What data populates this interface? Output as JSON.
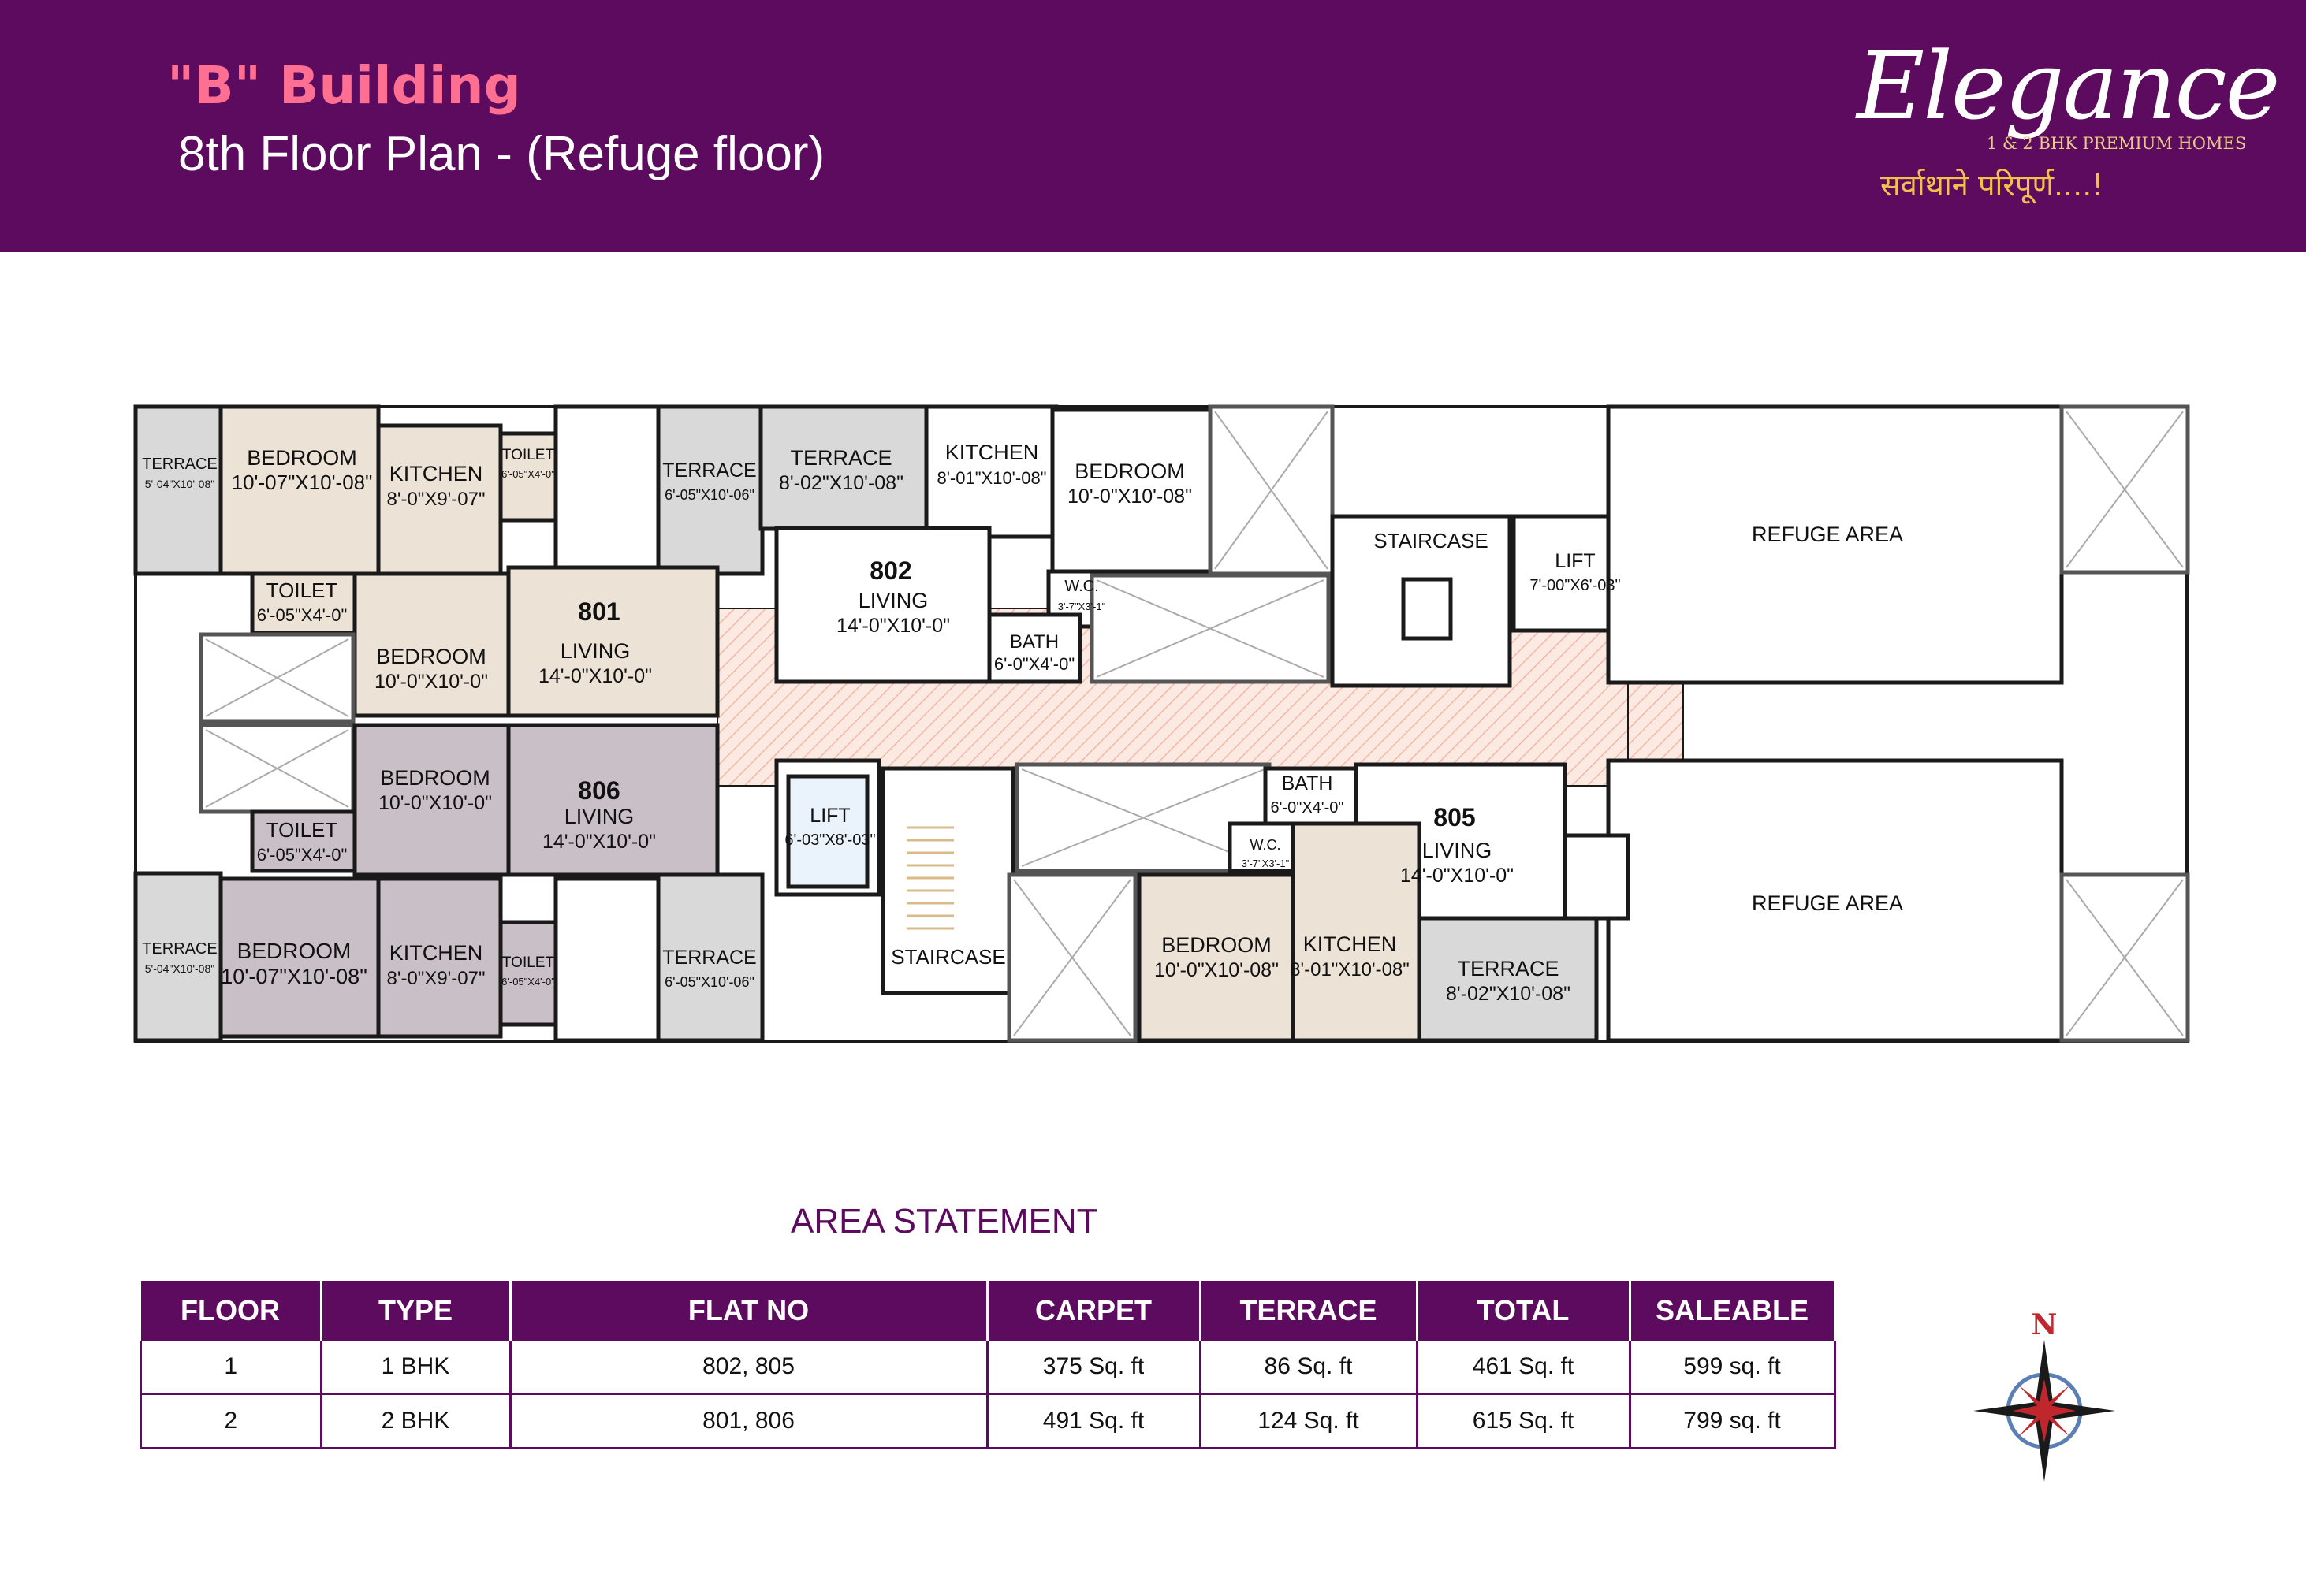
{
  "header": {
    "building": "\"B\" Building",
    "floor_plan": "8th Floor Plan - (Refuge floor)",
    "logo": {
      "wordmark": "Elegance",
      "subtitle": "1 & 2 BHK PREMIUM HOMES",
      "tagline": "सर्वाथाने परिपूर्ण....!"
    }
  },
  "colors": {
    "header_bg": "#5c0b5e",
    "title_accent": "#ff6f91",
    "flat_801": "#ede2d6",
    "flat_806": "#c9bfc6",
    "terrace": "#d9d9d9",
    "corridor_hatch": "#f4c9b9",
    "wall": "#1a1a1a"
  },
  "plan": {
    "flats": {
      "f801": "801",
      "f802": "802",
      "f805": "805",
      "f806": "806"
    },
    "rooms": {
      "t801": [
        "TERRACE",
        "5'-04\"X10'-08\""
      ],
      "b801a": [
        "BEDROOM",
        "10'-07\"X10'-08\""
      ],
      "k801": [
        "KITCHEN",
        "8'-0\"X9'-07\""
      ],
      "ts801": [
        "TOILET",
        "6'-05\"X4'-0\""
      ],
      "tl801": [
        "TOILET",
        "6'-05\"X4'-0\""
      ],
      "b801b": [
        "BEDROOM",
        "10'-0\"X10'-0\""
      ],
      "l801": [
        "LIVING",
        "14'-0\"X10'-0\""
      ],
      "t801b": [
        "TERRACE",
        "6'-05\"X10'-06\""
      ],
      "t802": [
        "TERRACE",
        "8'-02\"X10'-08\""
      ],
      "k802": [
        "KITCHEN",
        "8'-01\"X10'-08\""
      ],
      "b802": [
        "BEDROOM",
        "10'-0\"X10'-08\""
      ],
      "l802": [
        "LIVING",
        "14'-0\"X10'-0\""
      ],
      "wc802": [
        "W.C.",
        "3'-7\"X3'-1\""
      ],
      "ba802": [
        "BATH",
        "6'-0\"X4'-0\""
      ],
      "st_top": [
        "STAIRCASE"
      ],
      "lift_top": [
        "LIFT",
        "7'-00\"X6'-03\""
      ],
      "refuge_top": [
        "REFUGE AREA"
      ],
      "b806a": [
        "BEDROOM",
        "10'-0\"X10'-0\""
      ],
      "l806": [
        "LIVING",
        "14'-0\"X10'-0\""
      ],
      "tl806": [
        "TOILET",
        "6'-05\"X4'-0\""
      ],
      "t806": [
        "TERRACE",
        "5'-04\"X10'-08\""
      ],
      "b806b": [
        "BEDROOM",
        "10'-07\"X10'-08\""
      ],
      "k806": [
        "KITCHEN",
        "8'-0\"X9'-07\""
      ],
      "ts806": [
        "TOILET",
        "6'-05\"X4'-0\""
      ],
      "t806b": [
        "TERRACE",
        "6'-05\"X10'-06\""
      ],
      "lift_bot": [
        "LIFT",
        "6'-03\"X8'-03\""
      ],
      "st_bot": [
        "STAIRCASE"
      ],
      "ba805": [
        "BATH",
        "6'-0\"X4'-0\""
      ],
      "wc805": [
        "W.C.",
        "3'-7\"X3'-1\""
      ],
      "l805": [
        "LIVING",
        "14'-0\"X10'-0\""
      ],
      "b805": [
        "BEDROOM",
        "10'-0\"X10'-08\""
      ],
      "k805": [
        "KITCHEN",
        "8'-01\"X10'-08\""
      ],
      "t805": [
        "TERRACE",
        "8'-02\"X10'-08\""
      ],
      "refuge_bot": [
        "REFUGE AREA"
      ]
    }
  },
  "area_statement": {
    "title": "AREA STATEMENT",
    "columns": [
      "FLOOR",
      "TYPE",
      "FLAT NO",
      "CARPET",
      "TERRACE",
      "TOTAL",
      "SALEABLE"
    ],
    "rows": [
      [
        "1",
        "1 BHK",
        "802, 805",
        "375 Sq. ft",
        "86 Sq. ft",
        "461 Sq. ft",
        "599 sq. ft"
      ],
      [
        "2",
        "2 BHK",
        "801, 806",
        "491 Sq. ft",
        "124 Sq. ft",
        "615 Sq. ft",
        "799 sq. ft"
      ]
    ]
  },
  "compass": {
    "north": "N",
    "icon": "compass-rose-icon"
  }
}
